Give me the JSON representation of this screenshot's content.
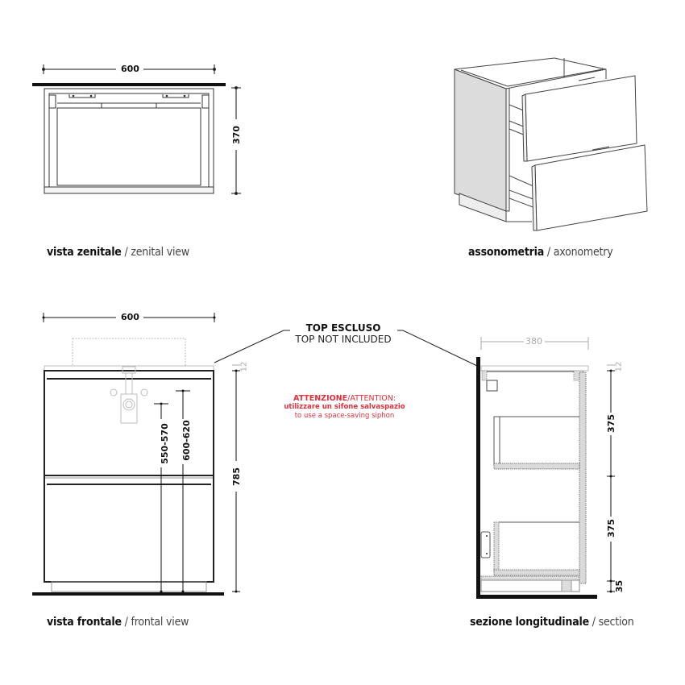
{
  "views": {
    "top_view": {
      "caption_it": "vista zenitale",
      "caption_en": "zenital view",
      "width": "600",
      "depth": "370"
    },
    "axonometry": {
      "caption_it": "assonometria",
      "caption_en": "axonometry"
    },
    "front_view": {
      "caption_it": "vista frontale",
      "caption_en": "frontal view",
      "width": "600",
      "height": "785",
      "top_thickness": "12",
      "drain_height_1": "550-570",
      "drain_height_2": "600-620"
    },
    "section": {
      "caption_it": "sezione longitudinale",
      "caption_en": "section",
      "depth": "380",
      "top_thickness": "12",
      "drawer_upper": "375",
      "drawer_lower": "375",
      "plinth": "35"
    }
  },
  "notes": {
    "top_excluded_it": "TOP ESCLUSO",
    "top_excluded_en": "TOP NOT INCLUDED",
    "attention_it": "ATTENZIONE",
    "attention_sep": "/",
    "attention_en": "ATTENTION:",
    "siphon_it": "utilizzare un sifone salvaspazio",
    "siphon_en": "to use a space-saving siphon"
  },
  "colors": {
    "line": "#222222",
    "grey_line": "#aaaaaa",
    "warning": "#e0303a",
    "panel_fill": "#d9d9d9"
  }
}
